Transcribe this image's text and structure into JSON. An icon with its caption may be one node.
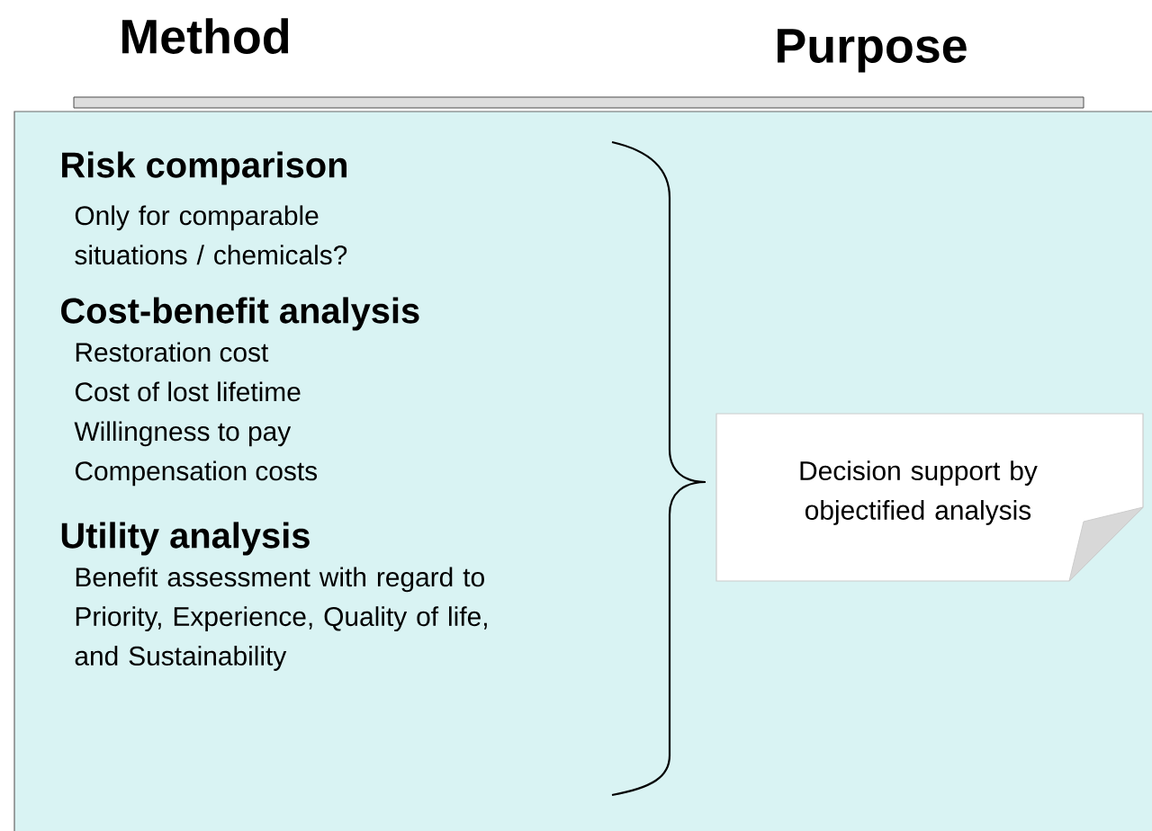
{
  "diagram": {
    "nodes": [
      {
        "text": [],
        "shape": "box"
      },
      {
        "text": [
          "Decision support by objectified analysis"
        ],
        "in": 0
      }
    ],
    "labels": [
      "Method",
      "Purpose",
      "Risk comparison",
      "Only for comparable situations / chemicals?",
      "Cost-benefit analysis",
      "Restoration cost",
      "Cost of lost lifetime",
      "Willingness to pay",
      "Compensation costs",
      "Utility analysis",
      "Benefit assessment with regard to Priority, Experience, Quality of life, and Sustainability"
    ]
  }
}
